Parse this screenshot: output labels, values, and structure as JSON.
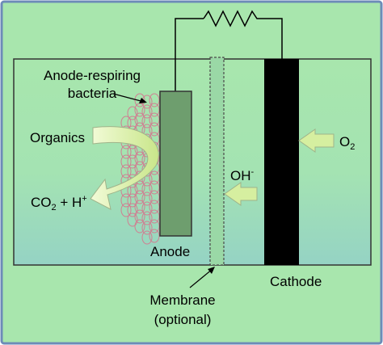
{
  "labels": {
    "bacteria_line1": "Anode-respiring",
    "bacteria_line2": "bacteria",
    "organics": "Organics",
    "co2": "CO",
    "co2_sub": "2",
    "co2_plus": " + H",
    "h_sup": "+",
    "anode": "Anode",
    "oh": "OH",
    "oh_sup": "-",
    "o2": "O",
    "o2_sub": "2",
    "membrane_line1": "Membrane",
    "membrane_line2": "(optional)",
    "cathode": "Cathode"
  },
  "colors": {
    "background": "#a8e6ad",
    "chamber_water": "#9ed8c0",
    "anode_fill": "#6e9e6e",
    "cathode_fill": "#000000",
    "membrane_fill": "#9ad8a6",
    "arrow_fill": "#d6efa0",
    "bacteria_stroke": "#d07f92"
  }
}
